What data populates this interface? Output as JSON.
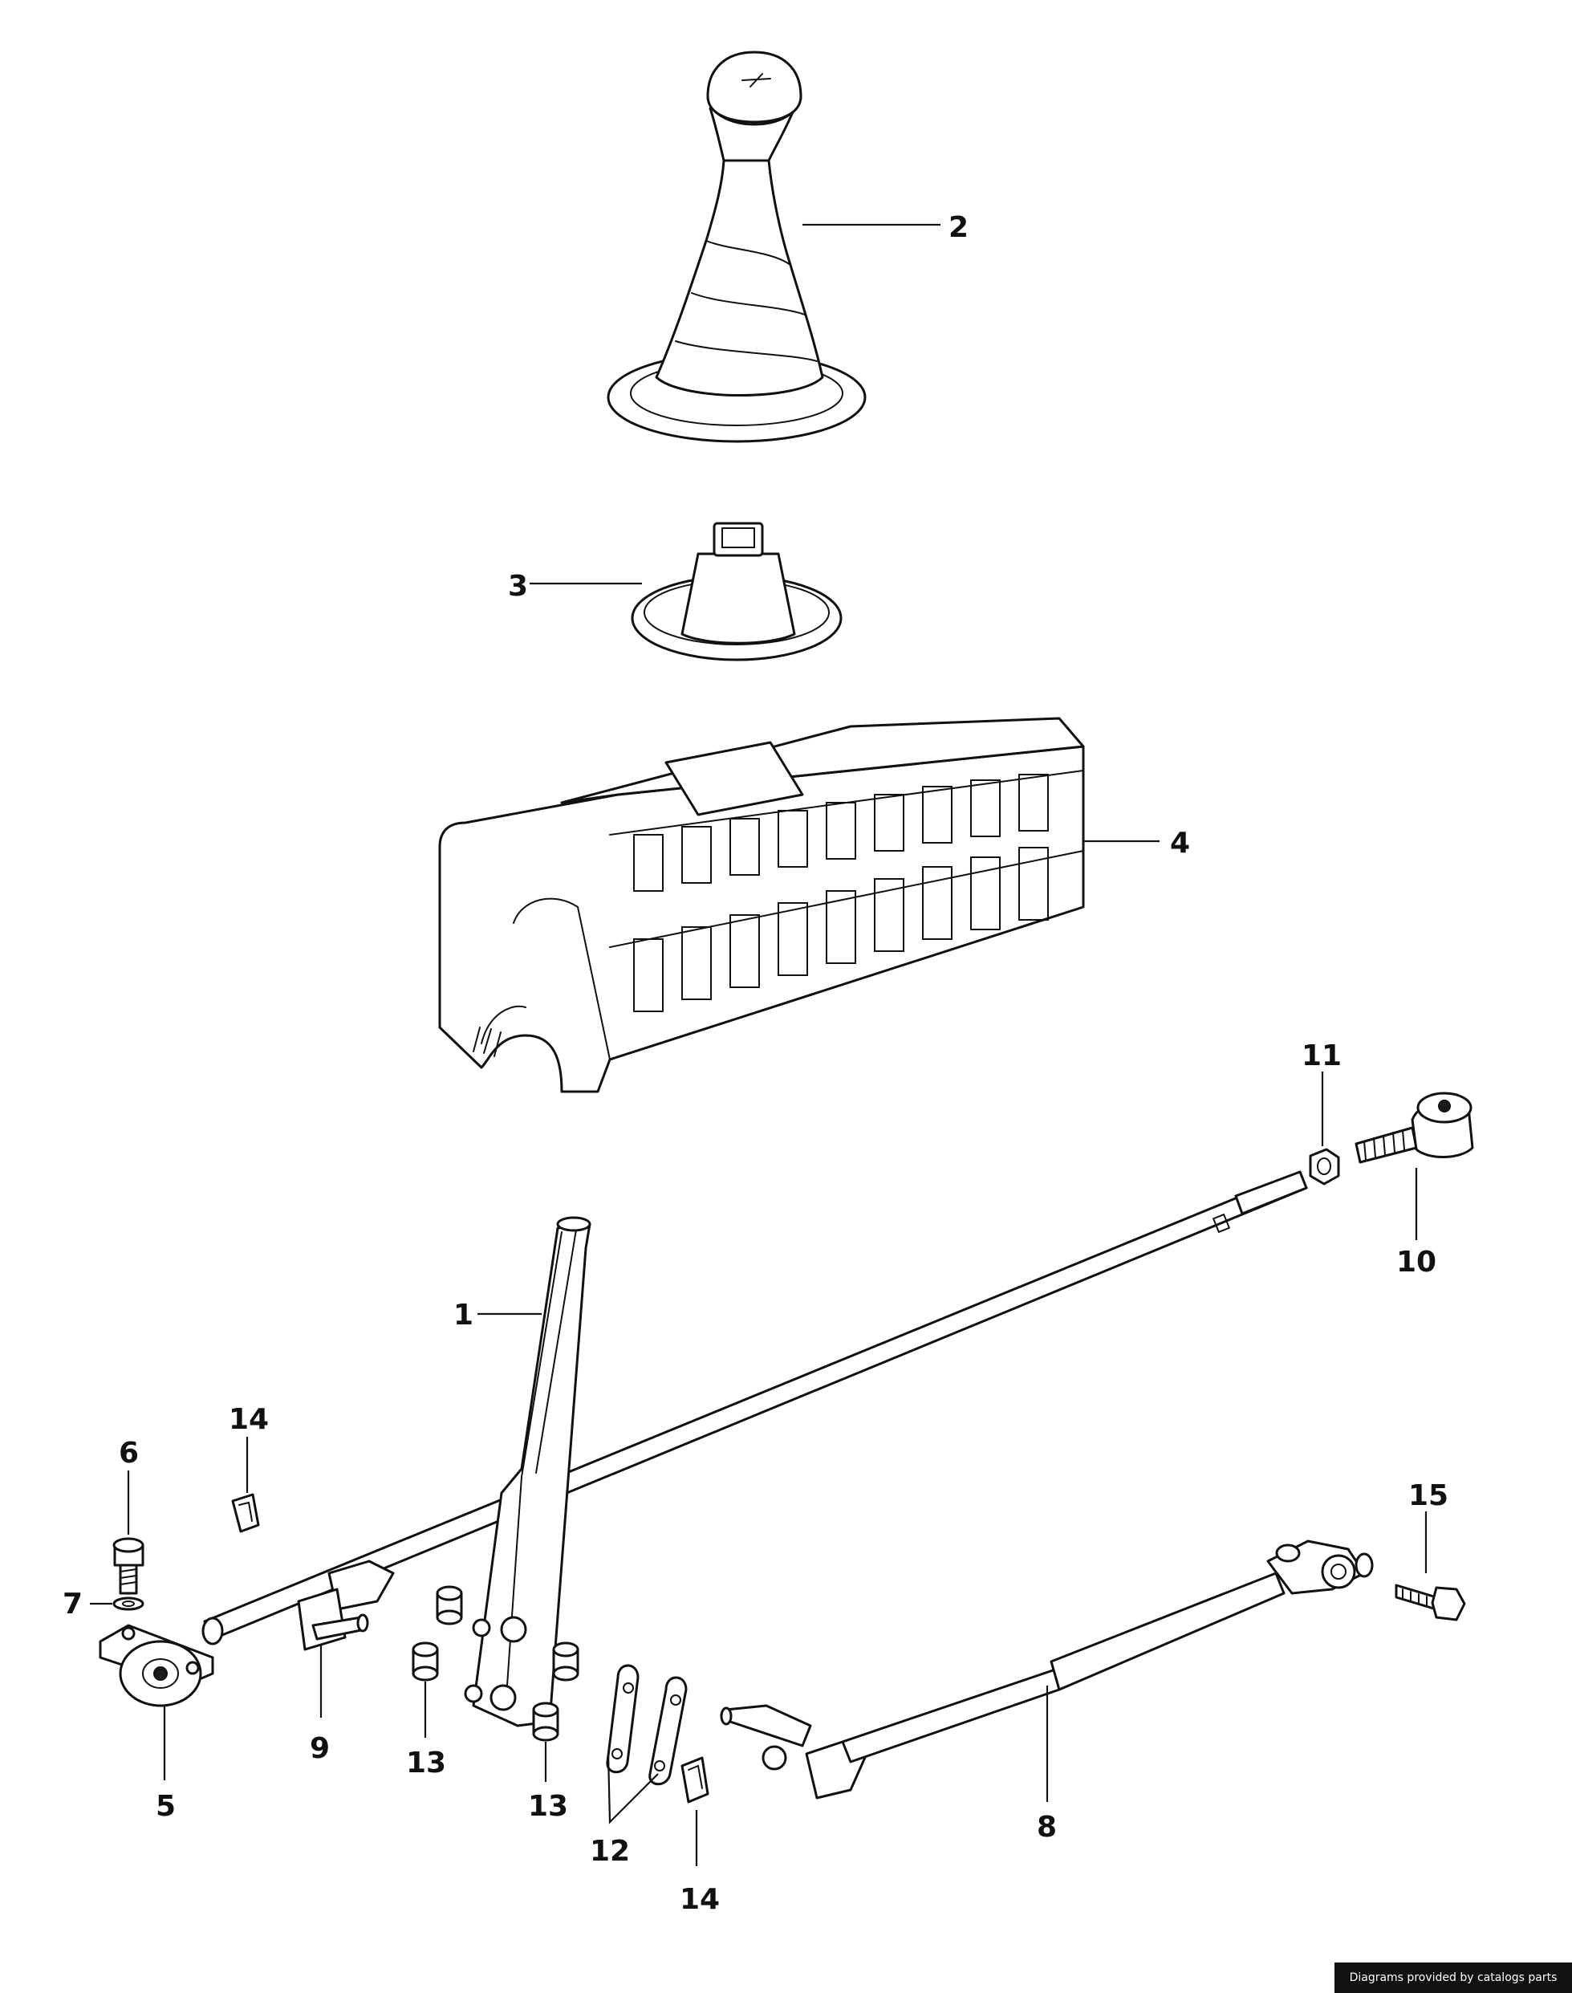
{
  "callouts": {
    "c1": "1",
    "c2": "2",
    "c3": "3",
    "c4": "4",
    "c5": "5",
    "c6": "6",
    "c7": "7",
    "c8": "8",
    "c9": "9",
    "c10": "10",
    "c11": "11",
    "c12": "12",
    "c13a": "13",
    "c13b": "13",
    "c14a": "14",
    "c14b": "14",
    "c15": "15"
  },
  "watermark": "Diagrams provided by catalogs parts"
}
